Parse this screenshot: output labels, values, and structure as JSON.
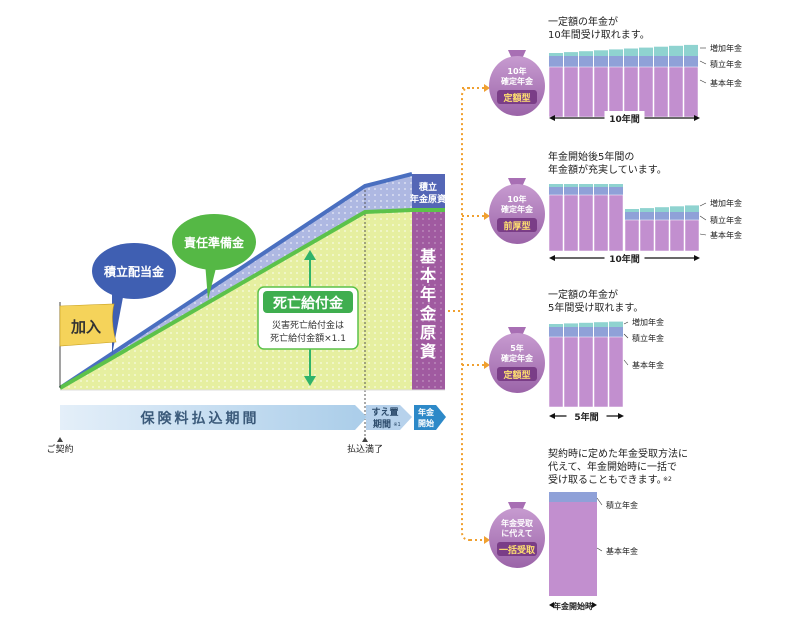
{
  "main": {
    "join_label": "加入",
    "div_label": "積立配当金",
    "reserve_label": "責任準備金",
    "death": {
      "title": "死亡給付金",
      "note1": "災害死亡給付金は",
      "note2": "死亡給付金額×1.1"
    },
    "tsumitate_l1": "積立",
    "tsumitate_l2": "年金原資",
    "kihon_chars": [
      "基",
      "本",
      "年",
      "金",
      "原",
      "資"
    ],
    "timeline": {
      "paying": "保険料払込期間",
      "sue1": "すえ置",
      "sue2": "期間",
      "sue_note": "※1",
      "start1": "年金",
      "start2": "開始",
      "contract": "ご契約",
      "paid": "払込満了"
    }
  },
  "plans": [
    {
      "bag": [
        "10年",
        "確定年金"
      ],
      "type": "定額型",
      "desc": [
        "一定額の年金が",
        "10年間受け取れます。"
      ],
      "labels": [
        "増加年金",
        "積立年金",
        "基本年金"
      ],
      "period": "10年間"
    },
    {
      "bag": [
        "10年",
        "確定年金"
      ],
      "type": "前厚型",
      "desc": [
        "年金開始後5年間の",
        "年金額が充実しています。"
      ],
      "labels": [
        "増加年金",
        "積立年金",
        "基本年金"
      ],
      "period": "10年間"
    },
    {
      "bag": [
        "5年",
        "確定年金"
      ],
      "type": "定額型",
      "desc": [
        "一定額の年金が",
        "5年間受け取れます。"
      ],
      "labels": [
        "増加年金",
        "積立年金",
        "基本年金"
      ],
      "period": "5年間"
    },
    {
      "bag": [
        "年金受取",
        "に代えて"
      ],
      "type": "一括受取",
      "desc": [
        "契約時に定めた年金受取方法に",
        "代えて、年金開始時に一括で",
        "受け取ることもできます。"
      ],
      "desc_note": "※2",
      "labels": [
        "積立年金",
        "基本年金"
      ],
      "period": "年金開始時"
    }
  ],
  "colors": {
    "green_line": "#5cc24a",
    "blue_line": "#4a6fc0",
    "purple": "#b184c0",
    "blue_band": "#8fa1d8",
    "teal_band": "#8fd3d0",
    "orange": "#f0a030",
    "timeline": "#c5ddf0",
    "kihon_bg": "#9a4f9a"
  }
}
